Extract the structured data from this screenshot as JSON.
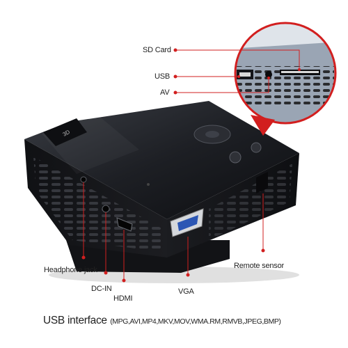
{
  "callouts": {
    "sd_card": "SD Card",
    "usb": "USB",
    "av": "AV",
    "headphone_jack": "Headphone jack",
    "dc_in": "DC-IN",
    "hdmi": "HDMI",
    "vga": "VGA",
    "remote_sensor": "Remote sensor"
  },
  "caption": {
    "title": "USB interface",
    "formats": "(MPG,AVI,MP4,MKV,MOV,WMA.RM,RMVB,JPEG,BMP)"
  },
  "colors": {
    "accent_red": "#d21f1f",
    "body_black": "#151515",
    "text": "#222222"
  }
}
